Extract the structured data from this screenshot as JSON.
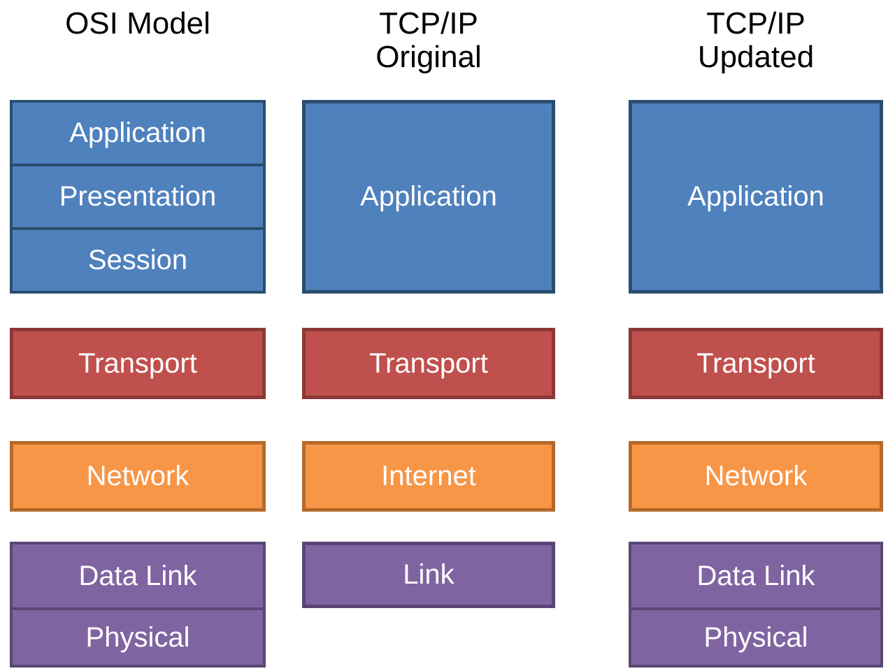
{
  "colors": {
    "background": "#FFFFFF",
    "title_text": "#000000",
    "box_text": "#FFFFFF",
    "application_fill": "#4F81BD",
    "application_border": "#2A4E70",
    "transport_fill": "#C0504D",
    "transport_border": "#8C3836",
    "network_fill": "#F79646",
    "network_border": "#B46A2A",
    "link_fill": "#8064A2",
    "link_border": "#5A4676"
  },
  "osi": {
    "title": "OSI Model",
    "layers_upper": [
      "Application",
      "Presentation",
      "Session"
    ],
    "transport": "Transport",
    "network": "Network",
    "layers_lower": [
      "Data Link",
      "Physical"
    ]
  },
  "tcpip_original": {
    "title_line1": "TCP/IP",
    "title_line2": "Original",
    "application": "Application",
    "transport": "Transport",
    "internet": "Internet",
    "link": "Link"
  },
  "tcpip_updated": {
    "title_line1": "TCP/IP",
    "title_line2": "Updated",
    "application": "Application",
    "transport": "Transport",
    "network": "Network",
    "layers_lower": [
      "Data Link",
      "Physical"
    ]
  }
}
